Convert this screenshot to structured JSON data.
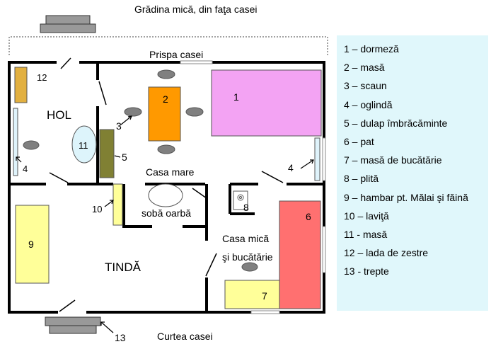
{
  "labels": {
    "top_title": "Grădina mică, din faţa casei",
    "bottom_title": "Curtea casei",
    "porch": "Prispa casei",
    "hol": "HOL",
    "casa_mare": "Casa mare",
    "soba_oarba": "sobă oarbă",
    "casa_mica_1": "Casa mică",
    "casa_mica_2": "şi bucătărie",
    "tinda": "TINDĂ"
  },
  "markers": {
    "n1": "1",
    "n2": "2",
    "n3": "3",
    "n4_left": "4",
    "n4_right": "4",
    "n5": "5",
    "n6": "6",
    "n7": "7",
    "n8": "8",
    "n9": "9",
    "n10": "10",
    "n11": "11",
    "n12": "12",
    "n13": "13"
  },
  "legend": [
    "1 – dormeză",
    "2 – masă",
    "3 – scaun",
    "4 – oglindă",
    "5 – dulap îmbrăcăminte",
    "6 – pat",
    "7 – masă de bucătărie",
    "8 – plită",
    "9 – hambar pt. Mălai şi făină",
    "10 – laviţă",
    "11 - masă",
    "12 – lada de zestre",
    "13 - trepte"
  ],
  "colors": {
    "wall": "#000000",
    "dormeza": "#f3a3f3",
    "table": "#ff9900",
    "chair": "#808080",
    "mirror": "#dff3fb",
    "wardrobe": "#808033",
    "bed": "#ff7070",
    "kitchen_table": "#ffff99",
    "bench": "#ffff99",
    "round_table": "#ddf4fb",
    "dowry_chest": "#e2b040",
    "steps": "#999999",
    "legend_bg": "#e0f7fb"
  }
}
